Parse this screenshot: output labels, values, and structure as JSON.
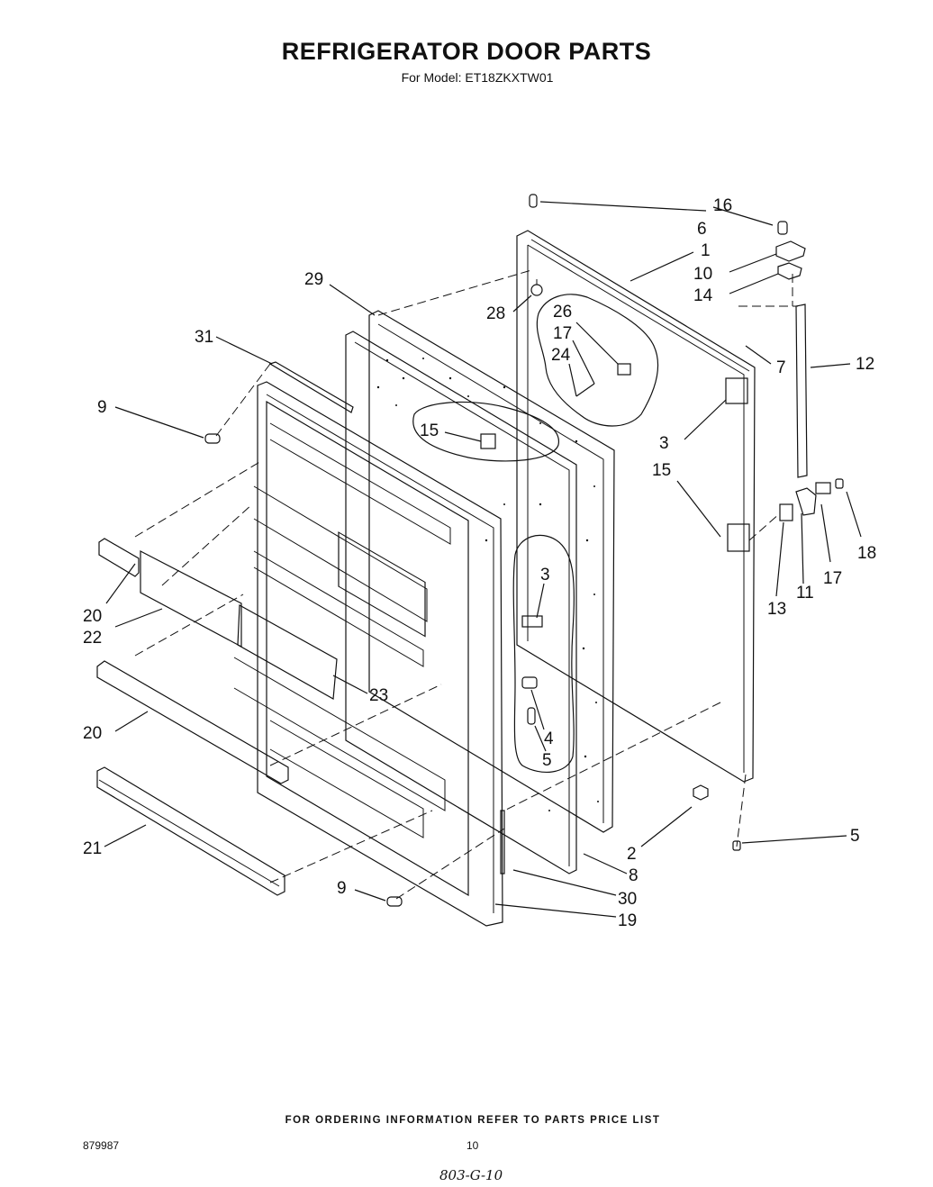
{
  "header": {
    "title": "REFRIGERATOR DOOR PARTS",
    "subtitle": "For Model: ET18ZKXTW01"
  },
  "callouts": [
    "16",
    "6",
    "1",
    "10",
    "14",
    "29",
    "28",
    "26",
    "17",
    "24",
    "7",
    "12",
    "31",
    "9",
    "15",
    "3",
    "15",
    "18",
    "13",
    "11",
    "17",
    "3",
    "20",
    "22",
    "23",
    "20",
    "4",
    "5",
    "2",
    "5",
    "8",
    "21",
    "9",
    "30",
    "19"
  ],
  "footer": {
    "ordering_note": "FOR ORDERING INFORMATION REFER TO PARTS PRICE LIST",
    "doc_number": "879987",
    "page_number": "10",
    "handwritten": "803-G-10"
  }
}
